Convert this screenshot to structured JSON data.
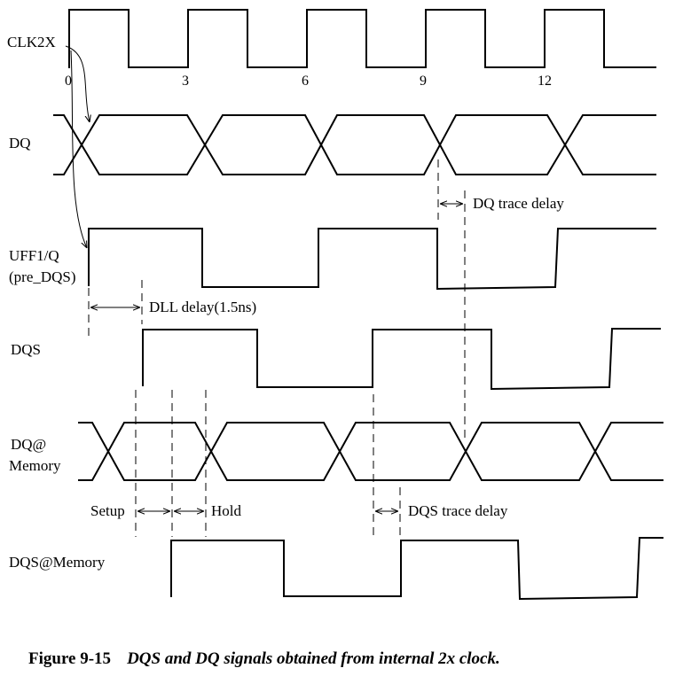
{
  "signals": {
    "clk2x": "CLK2X",
    "dq": "DQ",
    "uff1_line1": "UFF1/Q",
    "uff1_line2": "(pre_DQS)",
    "dqs": "DQS",
    "dq_mem_line1": "DQ@",
    "dq_mem_line2": "Memory",
    "dqs_mem": "DQS@Memory"
  },
  "ticks": [
    "0",
    "3",
    "6",
    "9",
    "12"
  ],
  "annotations": {
    "dq_trace_delay": "DQ trace delay",
    "dll_delay": "DLL delay(1.5ns)",
    "setup": "Setup",
    "hold": "Hold",
    "dqs_trace_delay": "DQS trace delay"
  },
  "caption": {
    "label": "Figure 9-15",
    "text": "DQS and DQ signals obtained from internal 2x clock."
  }
}
